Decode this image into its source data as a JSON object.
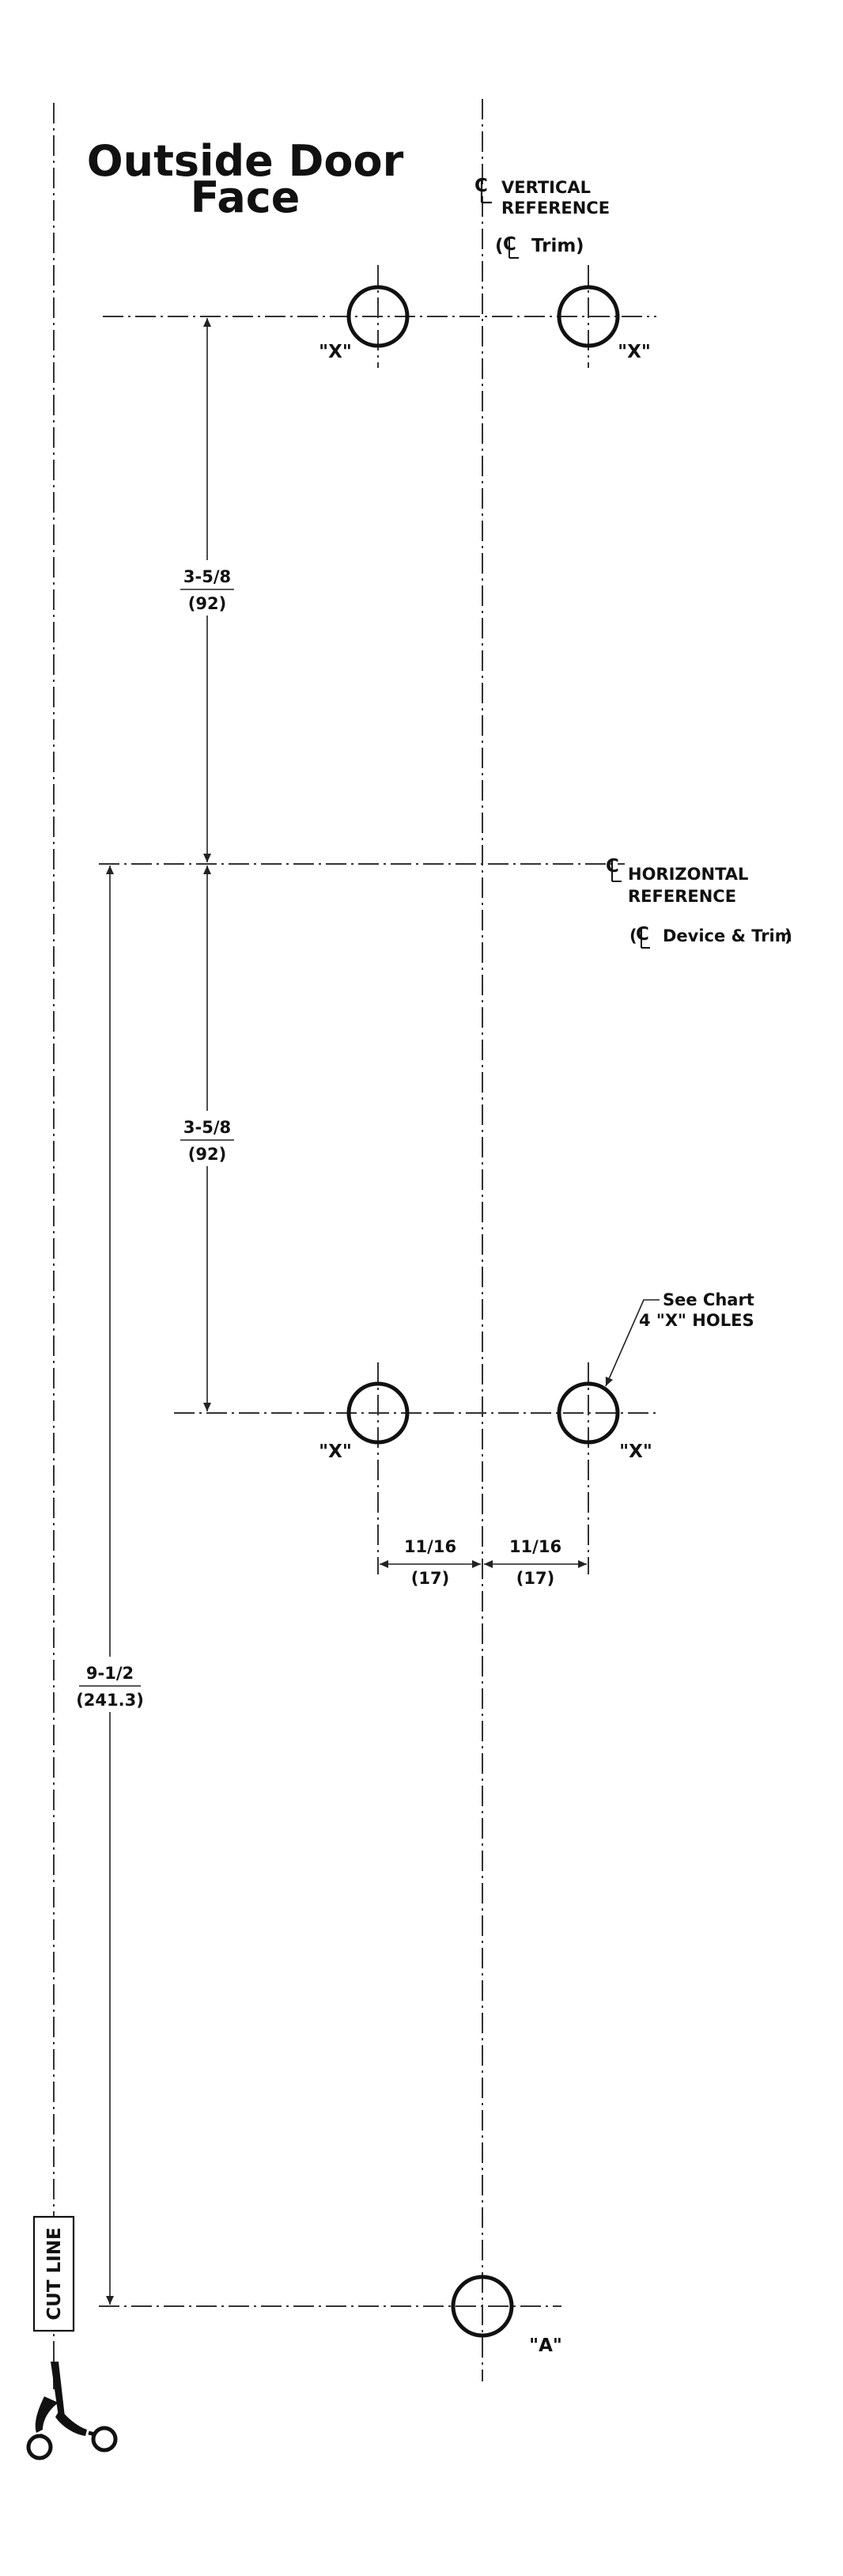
{
  "title": {
    "line1": "Outside Door",
    "line2": "Face"
  },
  "vertical_reference": {
    "line1": "VERTICAL",
    "line2": "REFERENCE",
    "sub": "Trim"
  },
  "horizontal_reference": {
    "line1": "HORIZONTAL",
    "line2": "REFERENCE",
    "sub": "Device & Trim"
  },
  "centerline_symbol": "CL",
  "holes": {
    "x_label": "\"X\"",
    "a_label": "\"A\""
  },
  "callout": {
    "line1": "See Chart",
    "line2": "4 \"X\" HOLES"
  },
  "dimensions": {
    "upper": {
      "inch": "3-5/8",
      "mm": "(92)"
    },
    "lower": {
      "inch": "3-5/8",
      "mm": "(92)"
    },
    "left_offset": {
      "inch": "11/16",
      "mm": "(17)"
    },
    "right_offset": {
      "inch": "11/16",
      "mm": "(17)"
    },
    "overall": {
      "inch": "9-1/2",
      "mm": "(241.3)"
    }
  },
  "cut_line": {
    "label": "CUT LINE",
    "icon": "scissors-icon"
  }
}
